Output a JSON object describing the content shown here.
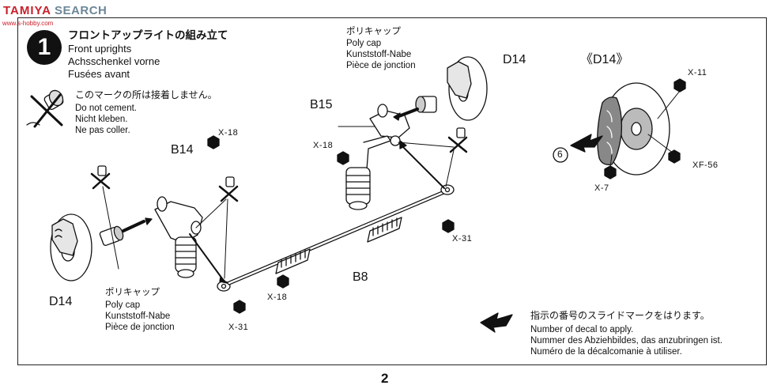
{
  "watermark": {
    "brand": "TAMIYA",
    "search": "SEARCH",
    "sub": "www.s-hobby.com"
  },
  "step": {
    "number": "1",
    "title_jp": "フロントアップライトの組み立て",
    "title_en": "Front uprights",
    "title_de": "Achsschenkel vorne",
    "title_fr": "Fusées avant"
  },
  "cement_note": {
    "jp": "このマークの所は接着しません。",
    "en": "Do not cement.",
    "de": "Nicht kleben.",
    "fr": "Ne pas coller."
  },
  "polycap_top": {
    "jp": "ポリキャップ",
    "en": "Poly cap",
    "de": "Kunststoff-Nabe",
    "fr": "Pièce de jonction"
  },
  "polycap_bottom": {
    "jp": "ポリキャップ",
    "en": "Poly cap",
    "de": "Kunststoff-Nabe",
    "fr": "Pièce de jonction"
  },
  "parts": {
    "b14": "B14",
    "b15": "B15",
    "b8": "B8",
    "d14_left": "D14",
    "d14_right": "D14",
    "d14_detail": "《D14》"
  },
  "paint": {
    "x18_a": "X-18",
    "x18_b": "X-18",
    "x18_c": "X-18",
    "x31_a": "X-31",
    "x31_b": "X-31",
    "x11": "X-11",
    "xf56": "XF-56",
    "x7": "X-7"
  },
  "decal": {
    "number": "6",
    "jp": "指示の番号のスライドマークをはります。",
    "en": "Number of decal to apply.",
    "de": "Nummer des Abziehbildes, das anzubringen ist.",
    "fr": "Numéro de la décalcomanie à utiliser."
  },
  "page_number": "2"
}
